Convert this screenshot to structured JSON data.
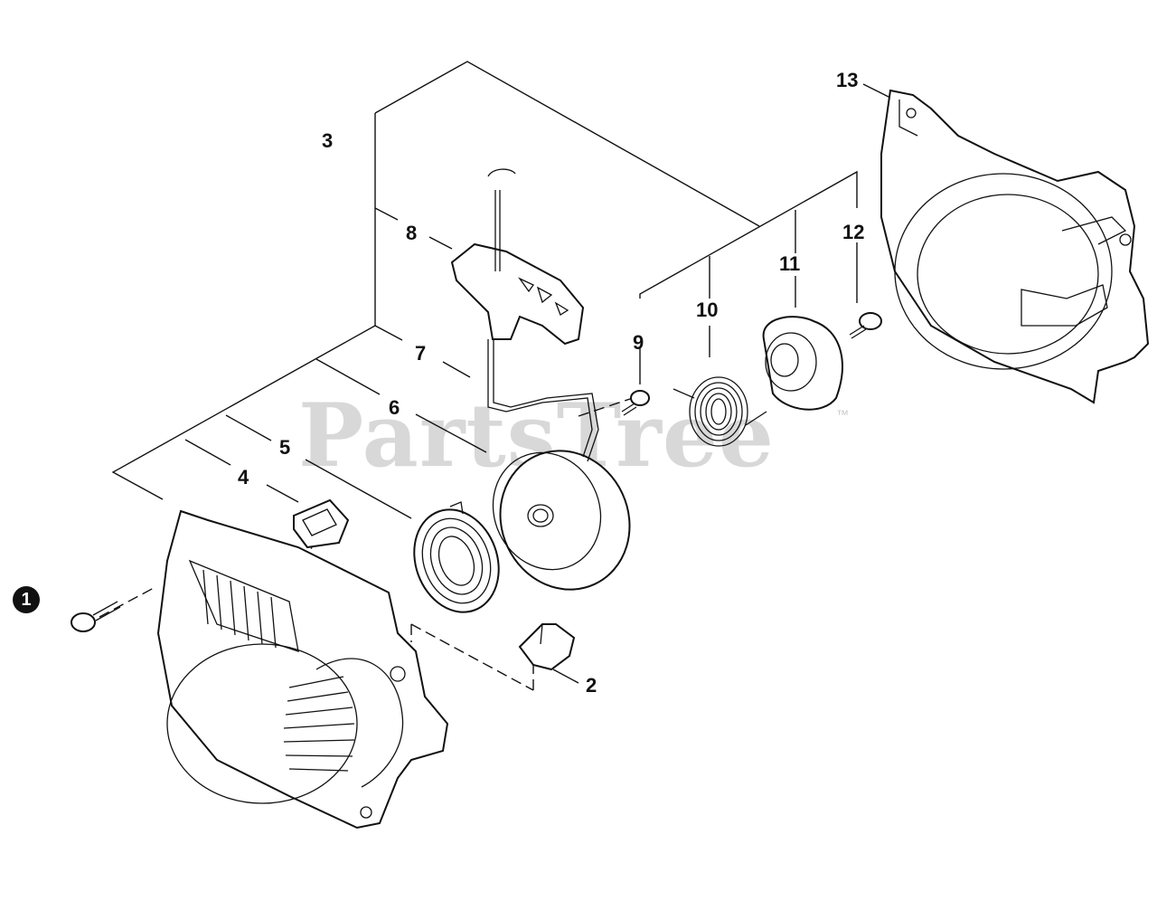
{
  "diagram": {
    "watermark": "PartsTree",
    "trademark": "™",
    "callouts": [
      "1",
      "2",
      "3",
      "4",
      "5",
      "6",
      "7",
      "8",
      "9",
      "10",
      "11",
      "12",
      "13"
    ]
  }
}
